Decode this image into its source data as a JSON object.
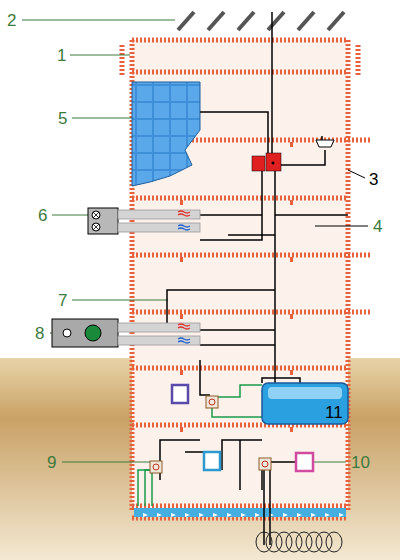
{
  "diagram": {
    "labels": [
      "2",
      "1",
      "5",
      "3",
      "4",
      "6",
      "7",
      "8",
      "11",
      "9",
      "10"
    ]
  }
}
